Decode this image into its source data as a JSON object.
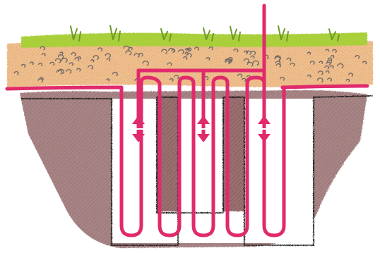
{
  "diagram": {
    "kind": "vertical ground-loop pipe illustration (no printed text)",
    "colors": {
      "background": "#ffffff",
      "grass": "#a9cf3a",
      "grass_dark": "#6e9a2a",
      "topsoil": "#efbd8a",
      "topsoil_dark": "#d9955d",
      "pebble": "#6f6a66",
      "earth": "#9a6f70",
      "earth_dark": "#7c5658",
      "trench_line": "#1a1a1a",
      "pipe": "#e02a6c",
      "pipe_light": "#f7c9da"
    },
    "icons": [
      "grass-tufts",
      "soil-pebbles",
      "flow-arrows"
    ]
  }
}
